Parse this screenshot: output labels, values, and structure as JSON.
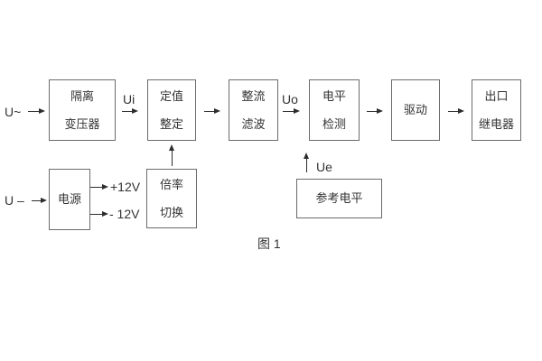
{
  "figure": {
    "caption": "图 1",
    "colors": {
      "background": "#ffffff",
      "block_border": "#6b6b6b",
      "line": "#2d2d2d",
      "text": "#333333"
    },
    "inputs": {
      "ac_label": "U~",
      "dc_label": "U –"
    },
    "signal_labels": {
      "ui": "Ui",
      "uo": "Uo",
      "ue": "Ue"
    },
    "power_labels": {
      "plus12": "+12V",
      "minus12": "- 12V"
    },
    "blocks": {
      "isolation_transformer": {
        "line1": "隔离",
        "line2": "变压器"
      },
      "setpoint_adjust": {
        "line1": "定值",
        "line2": "整定"
      },
      "rectify_filter": {
        "line1": "整流",
        "line2": "滤波"
      },
      "level_detect": {
        "line1": "电平",
        "line2": "检测"
      },
      "driver": {
        "label": "驱动"
      },
      "output_relay": {
        "line1": "出口",
        "line2": "继电器"
      },
      "power_supply": {
        "label": "电源"
      },
      "ratio_switch": {
        "line1": "倍率",
        "line2": "切换"
      },
      "reference_level": {
        "label": "参考电平"
      }
    }
  }
}
